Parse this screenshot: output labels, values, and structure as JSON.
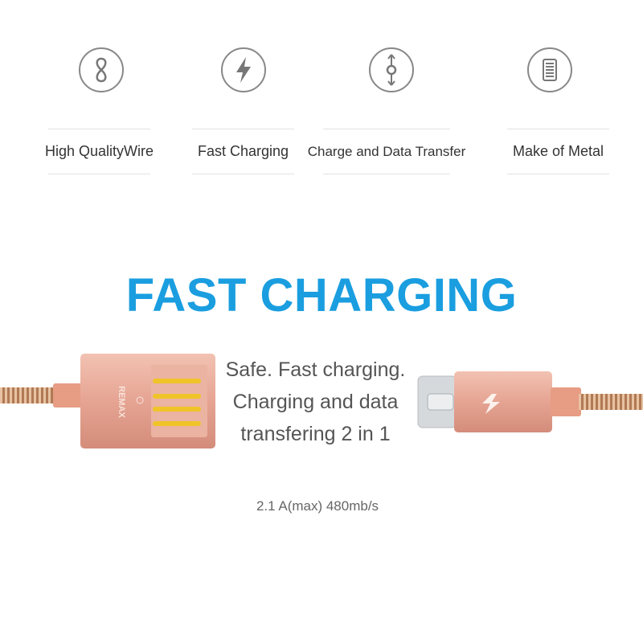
{
  "features": [
    {
      "icon": "infinity-icon",
      "label": "High QualityWire"
    },
    {
      "icon": "lightning-icon",
      "label": "Fast Charging"
    },
    {
      "icon": "data-transfer-icon",
      "label": "Charge and Data Transfer"
    },
    {
      "icon": "metal-coil-icon",
      "label": "Make of Metal"
    }
  ],
  "headline": "FAST CHARGING",
  "description": {
    "line1": "Safe. Fast charging.",
    "line2": "Charging and data",
    "line3": "transfering 2 in 1"
  },
  "spec": "2.1 A(max) 480mb/s",
  "brand_mark": "REMAX",
  "colors": {
    "accent": "#1a9ee0",
    "rose_gold": "#e8a795",
    "icon_gray": "#777777"
  }
}
